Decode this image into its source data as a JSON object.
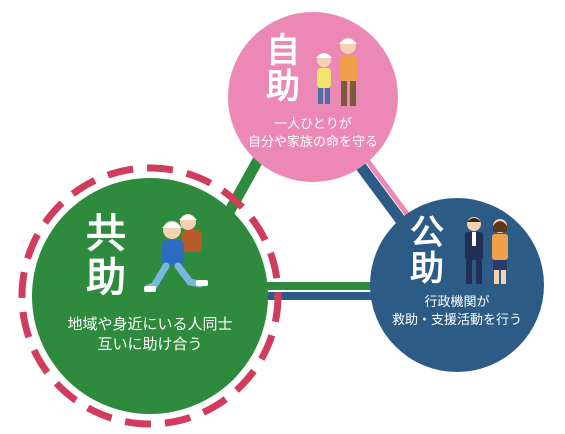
{
  "colors": {
    "self": "#ec88b6",
    "public": "#2c5c86",
    "mutual": "#2e8b3d",
    "dash_ring": "#d23c5c",
    "connector_green": "#2e8b3d",
    "connector_blue": "#2c5c86",
    "connector_pink": "#ec88b6"
  },
  "self_help": {
    "title_1": "自",
    "title_2": "助",
    "desc_1": "一人ひとりが",
    "desc_2": "自分や家族の命を守る",
    "figure_icon": "helmet-family-icon"
  },
  "public_help": {
    "title_1": "公",
    "title_2": "助",
    "desc_1": "行政機関が",
    "desc_2": "救助・支援活動を行う",
    "figure_icon": "officials-icon"
  },
  "mutual_help": {
    "title_1": "共",
    "title_2": "助",
    "desc_1": "地域や身近にいる人同士",
    "desc_2": "互いに助け合う",
    "figure_icon": "carrying-person-icon"
  }
}
